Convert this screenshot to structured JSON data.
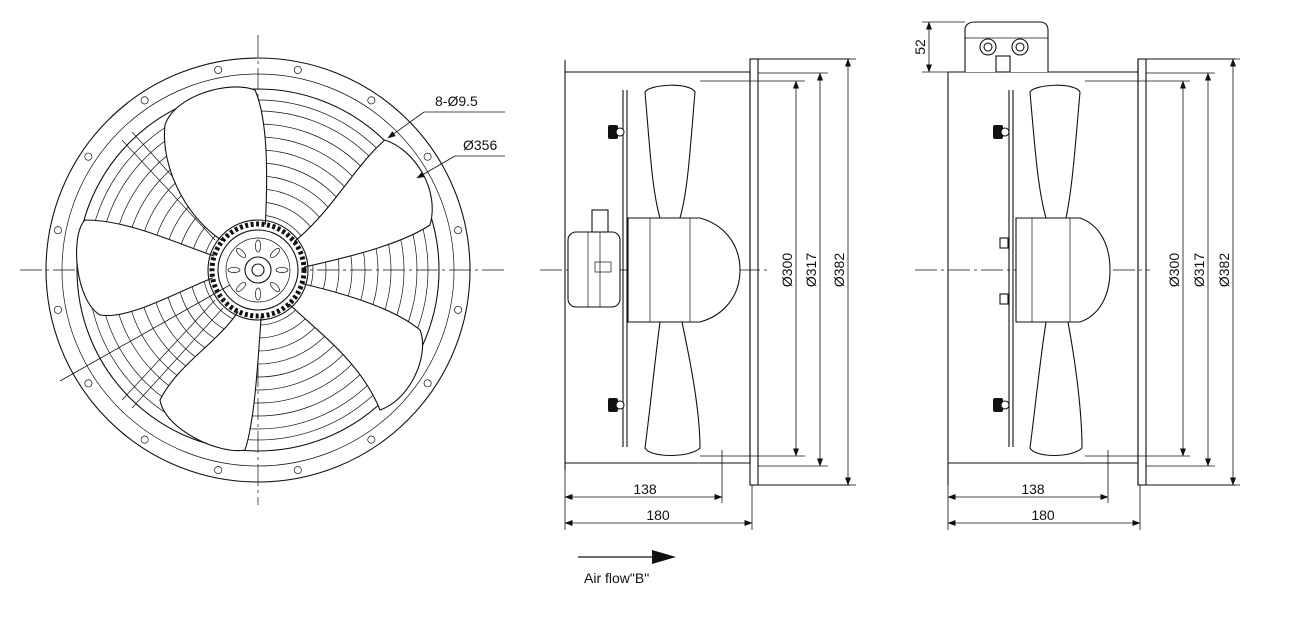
{
  "front_view": {
    "hole_callout": "8-Ø9.5",
    "pcd_callout": "Ø356"
  },
  "side_view_1": {
    "dims": {
      "d1": "Ø300",
      "d2": "Ø317",
      "d3": "Ø382",
      "depth_inner": "138",
      "depth_total": "180"
    }
  },
  "side_view_2": {
    "box_height": "52",
    "dims": {
      "d1": "Ø300",
      "d2": "Ø317",
      "d3": "Ø382",
      "depth_inner": "138",
      "depth_total": "180"
    }
  },
  "airflow": {
    "label": "Air flow\"B\""
  }
}
